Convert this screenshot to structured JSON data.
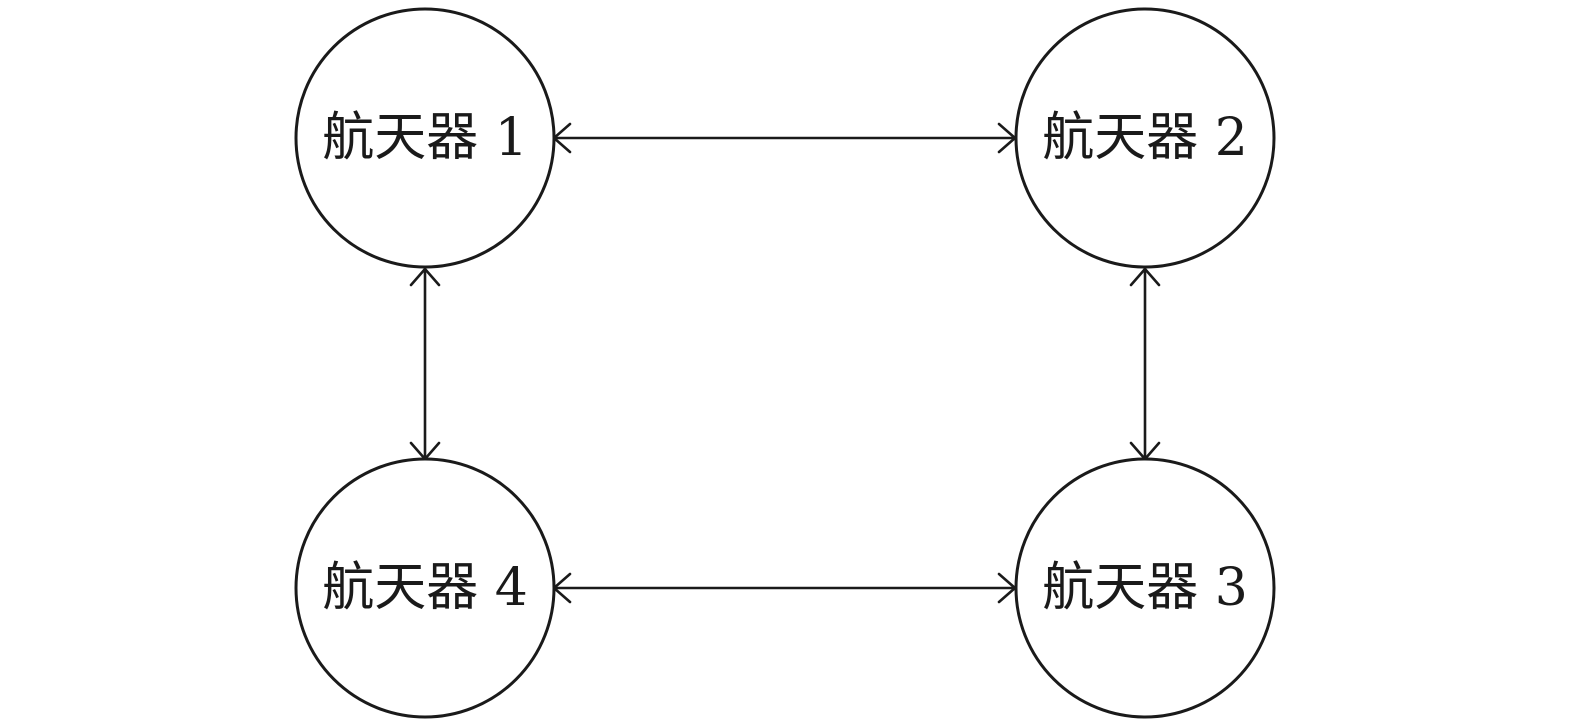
{
  "nodes": [
    {
      "id": "n1",
      "label": "航天器 1"
    },
    {
      "id": "n2",
      "label": "航天器 2"
    },
    {
      "id": "n3",
      "label": "航天器 3"
    },
    {
      "id": "n4",
      "label": "航天器 4"
    }
  ],
  "edges": [
    {
      "from": "n1",
      "to": "n2",
      "direction": "bidirectional"
    },
    {
      "from": "n2",
      "to": "n3",
      "direction": "bidirectional"
    },
    {
      "from": "n4",
      "to": "n3",
      "direction": "bidirectional"
    },
    {
      "from": "n1",
      "to": "n4",
      "direction": "bidirectional"
    }
  ],
  "colors": {
    "stroke": "#1a1a1a",
    "background": "#ffffff"
  }
}
